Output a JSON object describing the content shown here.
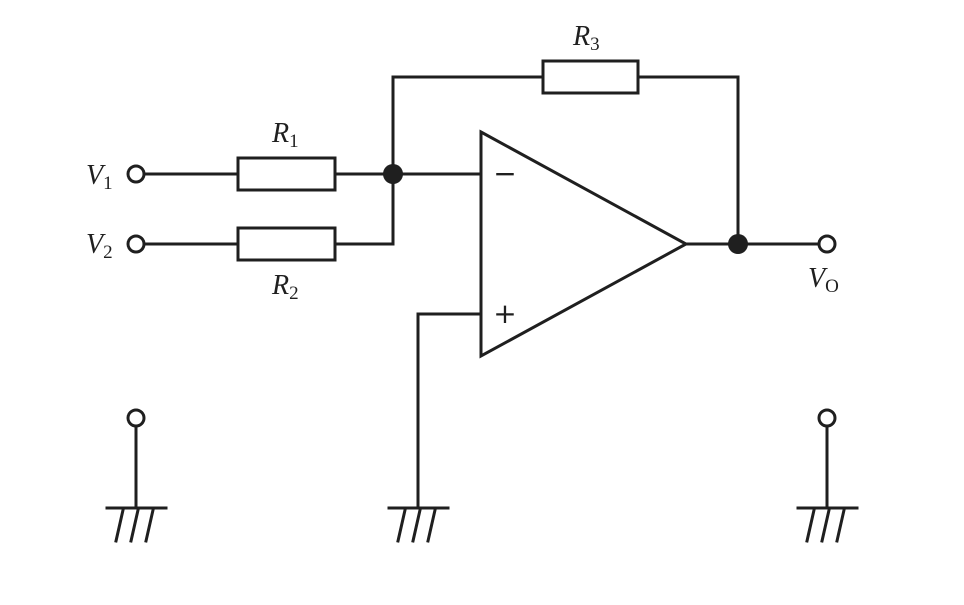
{
  "labels": {
    "v1": {
      "main": "V",
      "sub": "1"
    },
    "v2": {
      "main": "V",
      "sub": "2"
    },
    "vo": {
      "main": "V",
      "sub": "O"
    },
    "r1": {
      "main": "R",
      "sub": "1"
    },
    "r2": {
      "main": "R",
      "sub": "2"
    },
    "r3": {
      "main": "R",
      "sub": "3"
    }
  },
  "opamp": {
    "inverting_sign": "−",
    "noninverting_sign": "+"
  },
  "colors": {
    "line": "#1f1f1f",
    "background": "#ffffff"
  }
}
